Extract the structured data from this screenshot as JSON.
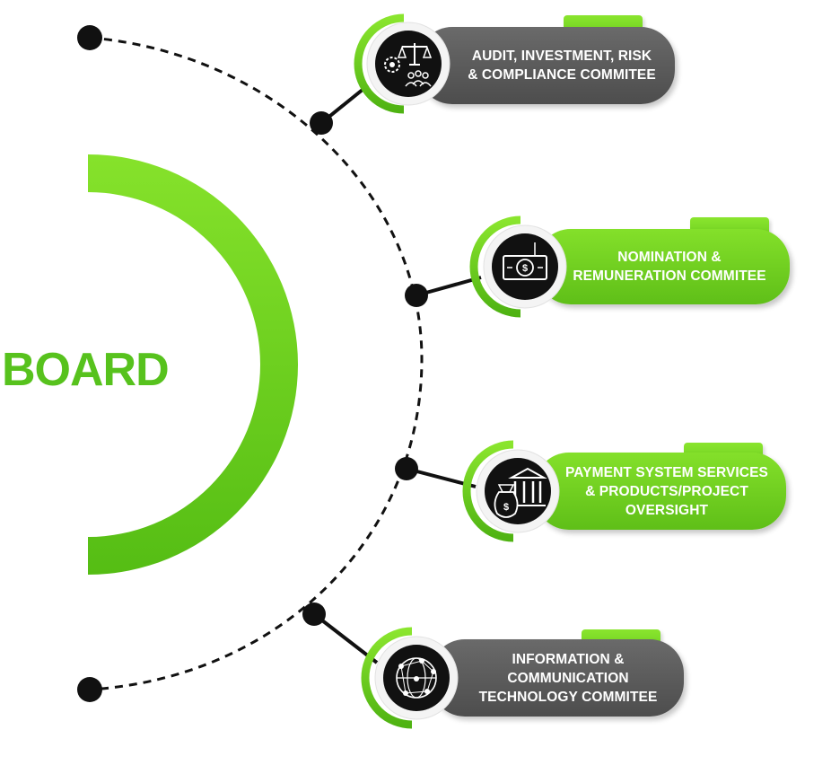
{
  "board": {
    "title": "BOARD"
  },
  "committees": [
    {
      "lines": [
        "AUDIT, INVESTMENT, RISK",
        "& COMPLIANCE COMMITEE"
      ],
      "icon": "compliance-scales-icon",
      "style": "gray"
    },
    {
      "lines": [
        "NOMINATION &",
        "REMUNERATION COMMITEE"
      ],
      "icon": "money-bill-icon",
      "style": "green"
    },
    {
      "lines": [
        "PAYMENT SYSTEM SERVICES",
        "& PRODUCTS/PROJECT",
        "OVERSIGHT"
      ],
      "icon": "bank-money-bag-icon",
      "style": "green"
    },
    {
      "lines": [
        "INFORMATION &",
        "COMMUNICATION",
        "TECHNOLOGY COMMITEE"
      ],
      "icon": "network-globe-icon",
      "style": "gray"
    }
  ],
  "colors": {
    "green": "#5fbf18",
    "gray": "#595959",
    "dark": "#111111"
  }
}
